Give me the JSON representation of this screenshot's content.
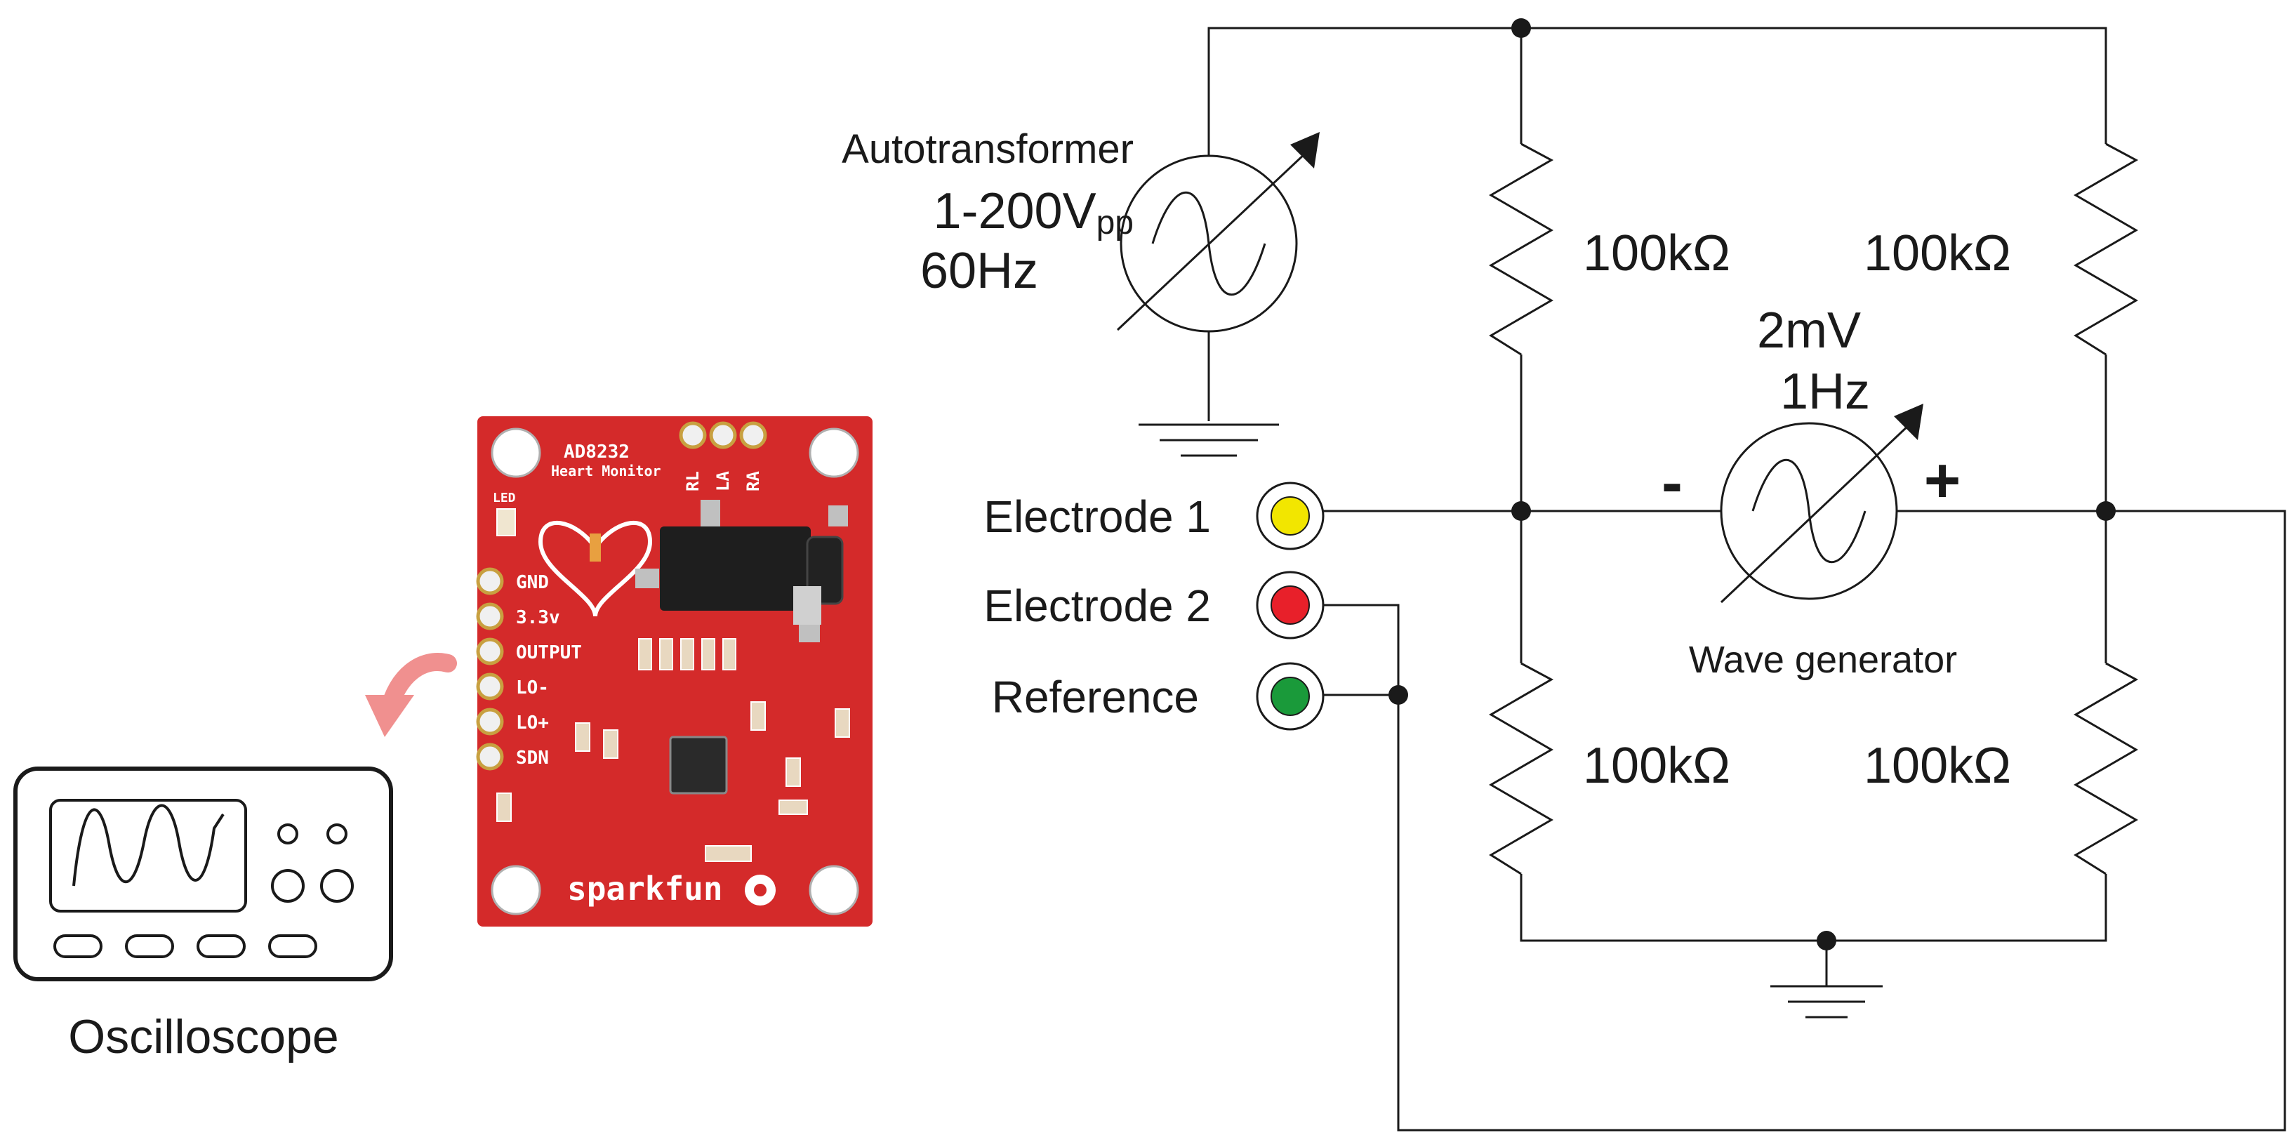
{
  "source": {
    "name": "Autotransformer",
    "voltage_main": "1-200V",
    "voltage_sub": "pp",
    "frequency": "60Hz"
  },
  "resistors": {
    "top_left": "100kΩ",
    "top_right": "100kΩ",
    "bottom_left": "100kΩ",
    "bottom_right": "100kΩ"
  },
  "generator": {
    "amplitude": "2mV",
    "frequency": "1Hz",
    "label": "Wave generator",
    "minus": "-",
    "plus": "+"
  },
  "electrodes": [
    {
      "label": "Electrode 1",
      "color": "#f2e600"
    },
    {
      "label": "Electrode 2",
      "color": "#e8202a"
    },
    {
      "label": "Reference",
      "color": "#1a9a3a"
    }
  ],
  "board": {
    "title": "AD8232",
    "subtitle": "Heart Monitor",
    "color": "#d42a2a",
    "led": "LED",
    "top_pins": [
      "RL",
      "LA",
      "RA"
    ],
    "side_pins": [
      "GND",
      "3.3v",
      "OUTPUT",
      "LO-",
      "LO+",
      "SDN"
    ],
    "brand": "sparkfun"
  },
  "oscilloscope": {
    "label": "Oscilloscope"
  },
  "arrow_color": "#f0908f"
}
